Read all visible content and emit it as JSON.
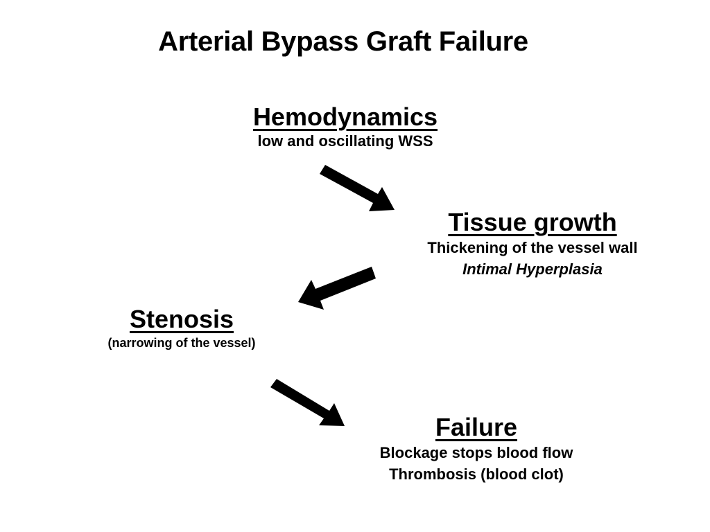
{
  "title": "Arterial Bypass Graft Failure",
  "nodes": {
    "hemodynamics": {
      "heading": "Hemodynamics",
      "lines": [
        "low and oscillating WSS"
      ]
    },
    "tissue_growth": {
      "heading": "Tissue growth",
      "lines": [
        "Thickening of the vessel wall",
        "Intimal Hyperplasia"
      ]
    },
    "stenosis": {
      "heading": "Stenosis",
      "lines": [
        "(narrowing of the vessel)"
      ]
    },
    "failure": {
      "heading": "Failure",
      "lines": [
        "Blockage stops blood flow",
        "Thrombosis (blood clot)"
      ]
    }
  },
  "flow": [
    {
      "from": "hemodynamics",
      "to": "tissue_growth"
    },
    {
      "from": "tissue_growth",
      "to": "stenosis"
    },
    {
      "from": "stenosis",
      "to": "failure"
    }
  ],
  "colors": {
    "text": "#000000",
    "arrow": "#000000",
    "background": "#ffffff"
  }
}
